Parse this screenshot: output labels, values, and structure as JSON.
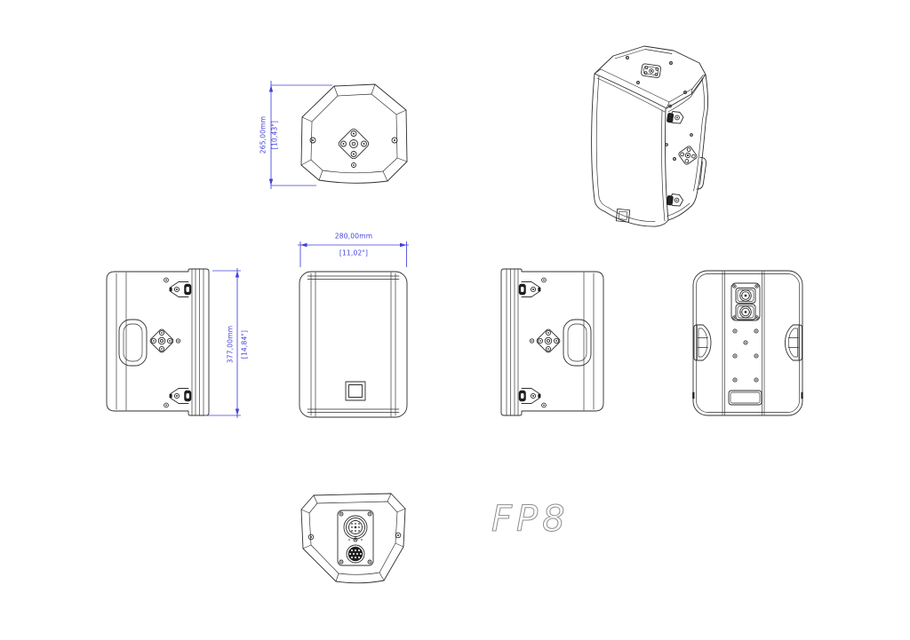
{
  "drawing": {
    "product_label": "FP8",
    "dimensions": {
      "depth": {
        "mm": "265,00mm",
        "inch": "[10,43\"]"
      },
      "width": {
        "mm": "280,00mm",
        "inch": "[11,02\"]"
      },
      "height": {
        "mm": "377,00mm",
        "inch": "[14,84\"]"
      }
    },
    "colors": {
      "line": "#2d2d2d",
      "dimension": "#4141dd",
      "label_gray": "#8f8f8f",
      "background": "#ffffff"
    }
  }
}
